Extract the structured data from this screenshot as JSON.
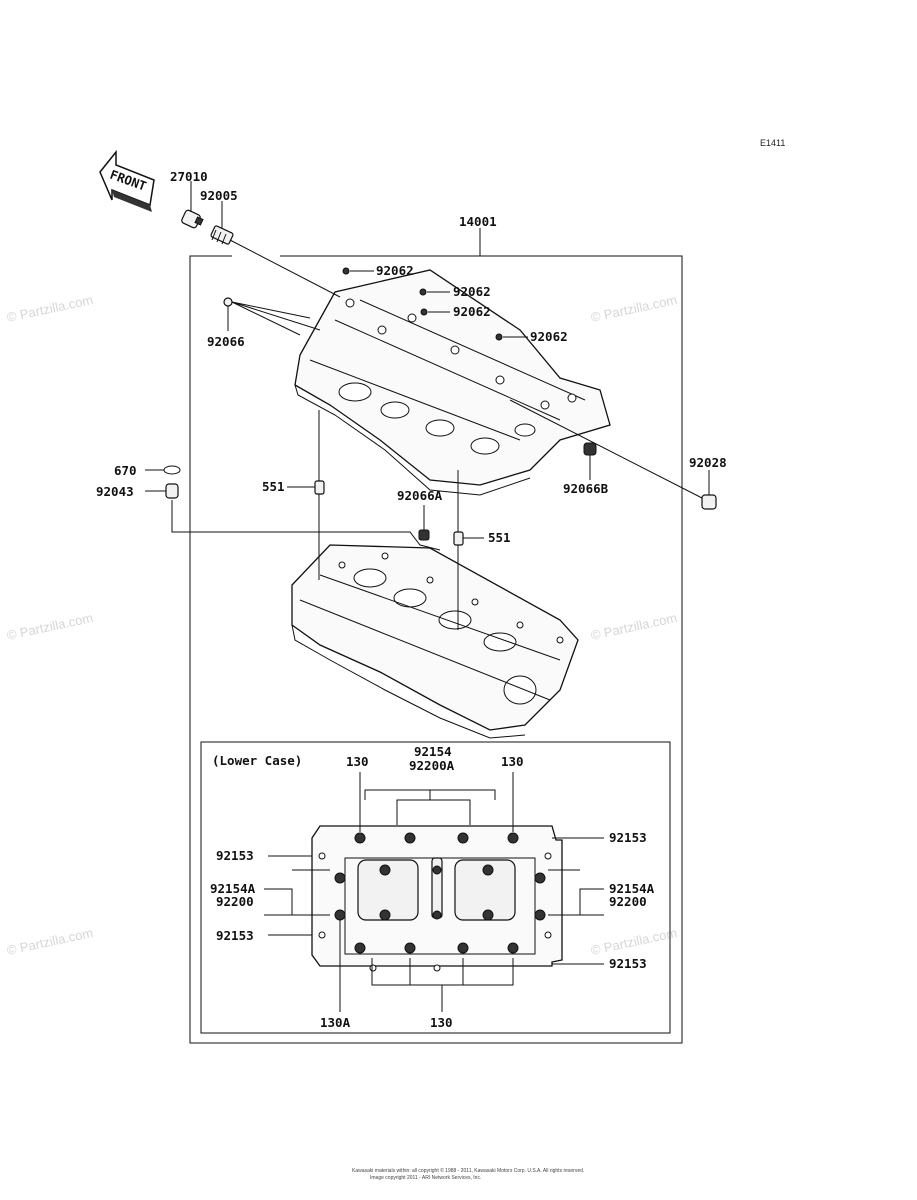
{
  "diagram_code": "E1411",
  "front_label": "FRONT",
  "watermark": "© Partzilla.com",
  "upper_labels": {
    "p27010": "27010",
    "p92005": "92005",
    "p14001": "14001",
    "p92062_a": "92062",
    "p92062_b": "92062",
    "p92062_c": "92062",
    "p92062_d": "92062",
    "p92066": "92066",
    "p670": "670",
    "p92043": "92043",
    "p551_a": "551",
    "p551_b": "551",
    "p92066A": "92066A",
    "p92066B": "92066B",
    "p92028": "92028"
  },
  "lower_case": {
    "title": "(Lower Case)",
    "p130_tl": "130",
    "p92154": "92154",
    "p92200A": "92200A",
    "p130_tr": "130",
    "p92153_l1": "92153",
    "p92153_r1": "92153",
    "p92154A_l": "92154A",
    "p92200_l": "92200",
    "p92154A_r": "92154A",
    "p92200_r": "92200",
    "p92153_l2": "92153",
    "p92153_r2": "92153",
    "p130A": "130A",
    "p130_b": "130"
  },
  "footer": {
    "line1": "Kawasaki materials within: all copyright © 1988 - 2011, Kawasaki Motors Corp. U.S.A. All rights reserved.",
    "line2": "Image copyright 2011 - ARI Network Services, Inc."
  }
}
